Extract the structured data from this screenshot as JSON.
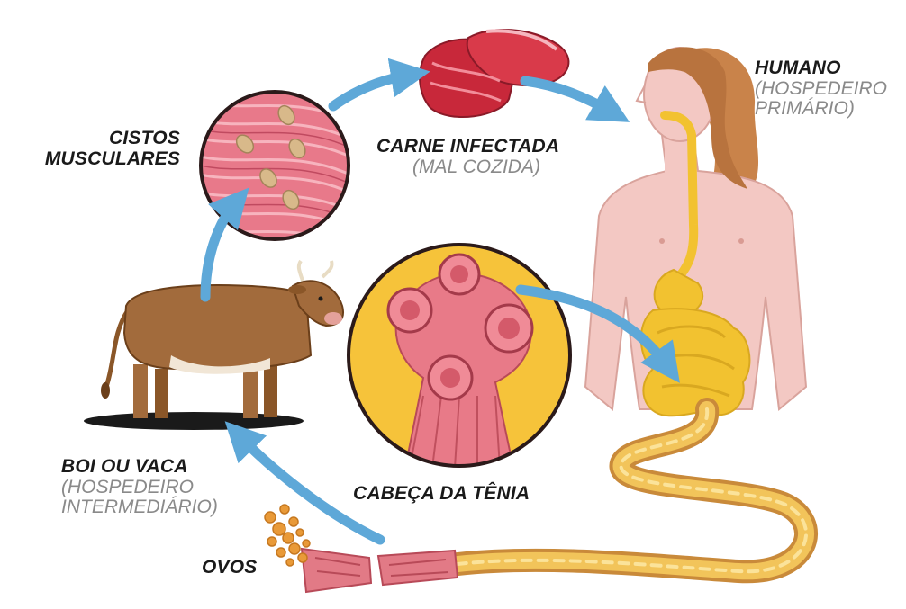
{
  "labels": {
    "cysts": {
      "line1": "CISTOS",
      "line2": "MUSCULARES"
    },
    "meat": {
      "title": "CARNE INFECTADA",
      "sub": "(MAL COZIDA)"
    },
    "human": {
      "title": "HUMANO",
      "sub1": "(HOSPEDEIRO",
      "sub2": "PRIMÁRIO)"
    },
    "cow": {
      "title": "BOI OU VACA",
      "sub1": "(HOSPEDEIRO",
      "sub2": "INTERMEDIÁRIO)"
    },
    "head": {
      "title": "CABEÇA DA TÊNIA"
    },
    "eggs": {
      "title": "OVOS"
    }
  },
  "icons": [
    "muscle-cysts-icon",
    "infected-meat-icon",
    "human-body-icon",
    "cow-icon",
    "tapeworm-head-icon",
    "tapeworm-icon",
    "eggs-icon",
    "arrow-icon"
  ],
  "colors": {
    "arrow": "#5ea8d8",
    "skin": "#f3c8c3",
    "intestine": "#f2c230",
    "cyst_bg": "#e8798a",
    "head_bg": "#f6c33a",
    "meat": "#c8283a",
    "cow_brown": "#a26b3c"
  }
}
